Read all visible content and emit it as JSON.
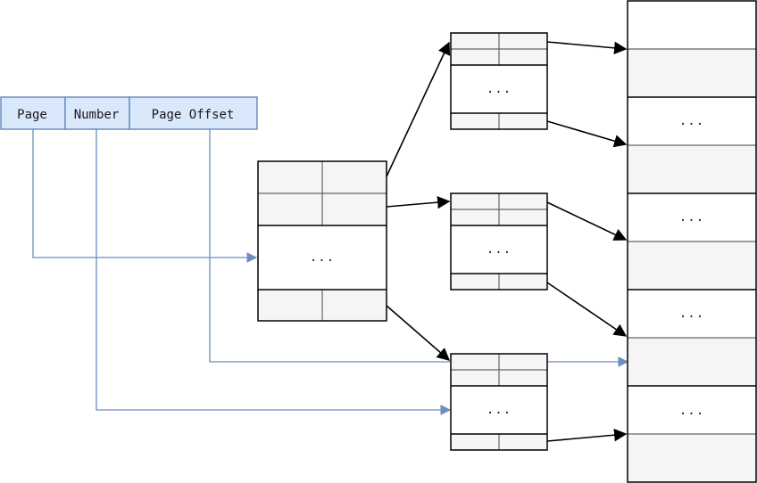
{
  "address": {
    "fields": [
      "Page",
      "Number",
      "Page Offset"
    ]
  },
  "ellipsis": "...",
  "colors": {
    "field_fill": "#dae8fc",
    "field_stroke": "#6c8ebf",
    "cell_fill": "#f5f5f5",
    "cell_divider": "#666666",
    "border": "#000000"
  }
}
